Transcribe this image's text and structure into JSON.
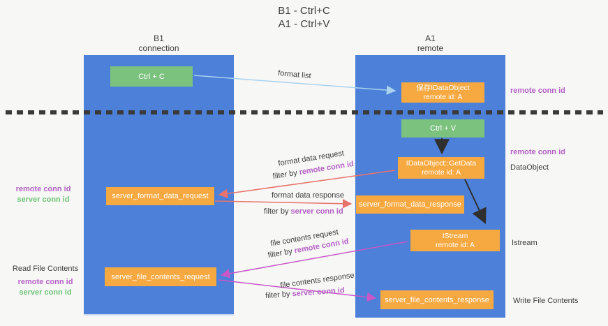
{
  "title": {
    "line1": "B1 - Ctrl+C",
    "line2": "A1 - Ctrl+V"
  },
  "columns": {
    "left": {
      "id": "B1",
      "role": "connection"
    },
    "right": {
      "id": "A1",
      "role": "remote"
    }
  },
  "nodes": {
    "ctrl_c": {
      "label": "Ctrl + C"
    },
    "ctrl_v": {
      "label": "Ctrl + V"
    },
    "save_dataobject": {
      "line1": "保存IDataObject",
      "line2": "remote id: A"
    },
    "getdata": {
      "line1": "IDataObject::GetData",
      "line2": "remote id: A"
    },
    "istream": {
      "line1": "IStream",
      "line2": "remote id: A"
    },
    "format_request": {
      "label": "server_format_data_request"
    },
    "format_response": {
      "label": "server_format_data_response"
    },
    "file_request": {
      "label": "server_file_contents_request"
    },
    "file_response": {
      "label": "server_file_contents_response"
    }
  },
  "edge_labels": {
    "format_list": "format list",
    "format_data_request": "format data request",
    "format_data_response": "format data response",
    "file_contents_request": "file contents request",
    "file_contents_response": "file contents response",
    "filter_by": "filter by ",
    "remote_conn_id": "remote conn id",
    "server_conn_id": "server conn id"
  },
  "side_labels": {
    "right_remote_conn_id_top": "remote conn id",
    "right_remote_conn_id_mid": "remote conn id",
    "right_dataobject": "DataObject",
    "right_istream": "Istream",
    "right_write_file_contents": "Write File Contents",
    "left_remote_conn_id_top": "remote conn id",
    "left_server_conn_id_top": "server conn id",
    "left_read_file_contents": "Read File Contents",
    "left_remote_conn_id_bottom": "remote conn id",
    "left_server_conn_id_bottom": "server conn id"
  },
  "colors": {
    "lifeline_blue": "#4d80d8",
    "node_green": "#7bc27e",
    "node_orange": "#f7a941",
    "arrow_black": "#2f2f2f",
    "arrow_light_blue": "#a9d2ef",
    "arrow_salmon": "#e8736c",
    "arrow_magenta": "#c857c8",
    "text_purple": "#b561c6",
    "text_green": "#6fc476",
    "text_dark": "#3d3d3d",
    "background": "#f7f7f6"
  }
}
